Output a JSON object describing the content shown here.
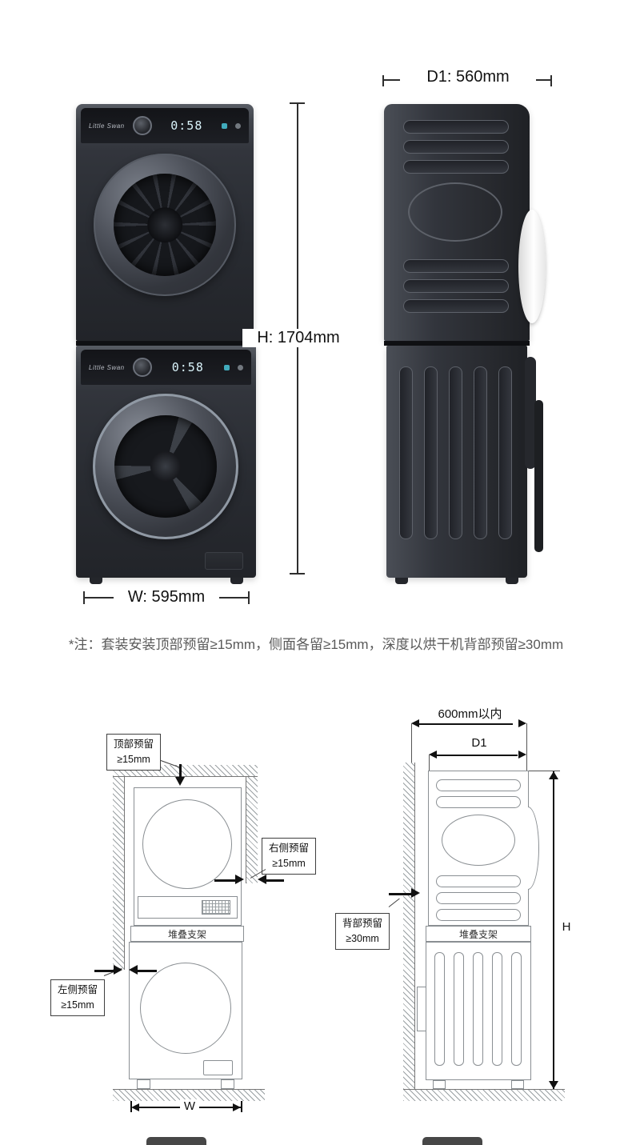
{
  "product": {
    "brand": "Little Swan",
    "display_time": "0:58"
  },
  "dims": {
    "d1": "D1: 560mm",
    "h": "H: 1704mm",
    "w": "W: 595mm"
  },
  "note": "*注：套装安装顶部预留≥15mm，侧面各留≥15mm，深度以烘干机背部预留≥30mm",
  "front_diagram": {
    "top_line1": "顶部预留",
    "top_line2": "≥15mm",
    "right_line1": "右侧预留",
    "right_line2": "≥15mm",
    "left_line1": "左侧预留",
    "left_line2": "≥15mm",
    "bracket": "堆叠支架",
    "w": "W"
  },
  "side_diagram": {
    "depth": "600mm以内",
    "d1": "D1",
    "back_line1": "背部预留",
    "back_line2": "≥30mm",
    "bracket": "堆叠支架",
    "h": "H"
  },
  "colors": {
    "machine_body": "#2c2f36",
    "display_text": "#d9f3fa",
    "drawing_line": "#8a8f93",
    "dimension_line": "#2e2e2e"
  }
}
